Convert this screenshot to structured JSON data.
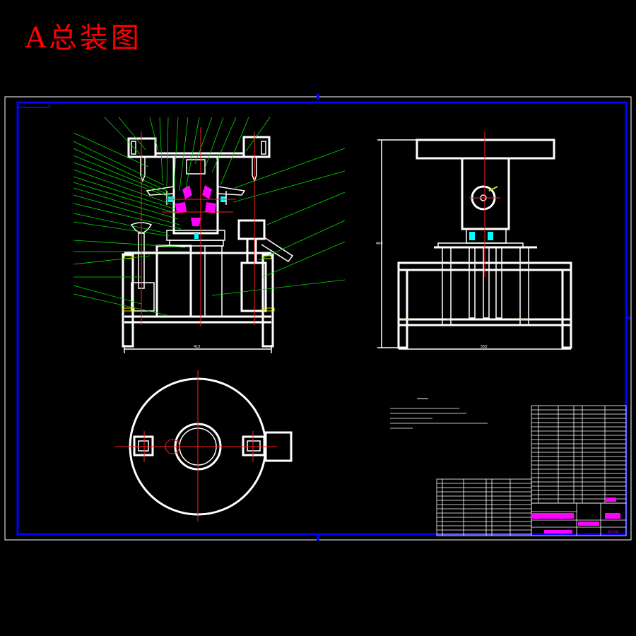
{
  "title": "A总装图",
  "colors": {
    "background": "#000000",
    "title": "#ff0000",
    "frame": "#0000ff",
    "outline": "#ffffff",
    "centerline": "#ff2020",
    "leader": "#00e000",
    "section_hatch": "#ff00ff",
    "table_highlight": "#ff00ff"
  },
  "dimensions": {
    "front_width": "415",
    "side_width": "552",
    "side_height": "460"
  },
  "drawing_number": "SP-A-00"
}
